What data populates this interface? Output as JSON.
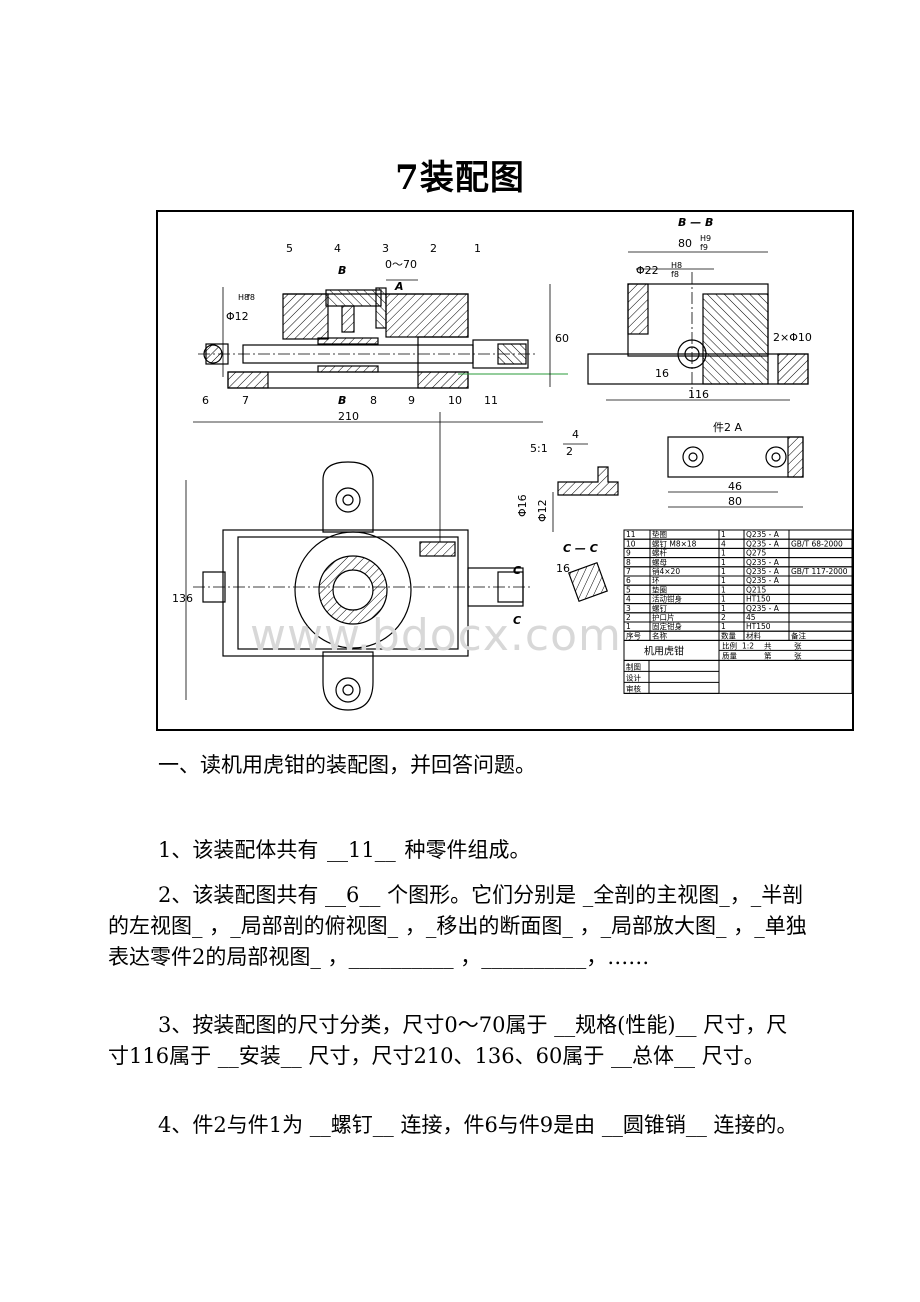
{
  "page_title": "7装配图",
  "drawing": {
    "section_bb": "B — B",
    "dim_80": "80",
    "fit_80_h": "H9",
    "fit_80_f": "f9",
    "dim_phi22": "Φ22",
    "fit_22_h": "H8",
    "fit_22_f": "f8",
    "dim_phi12": "Φ12",
    "fit_12_h": "H8",
    "fit_12_f": "f8",
    "dim_0_70": "0～70",
    "dim_60": "60",
    "dim_16": "16",
    "dim_116": "116",
    "dim_2phi10": "2×Φ10",
    "dim_210": "210",
    "dim_136": "136",
    "label_a": "A",
    "label_b1": "B",
    "label_b2": "B",
    "label_c1": "C",
    "label_c2": "C",
    "part2_view": "件2  A",
    "dim_46": "46",
    "dim_80b": "80",
    "scale_51": "5:1",
    "dim_4": "4",
    "dim_2": "2",
    "dim_phi16": "Φ16",
    "dim_phi12b": "Φ12",
    "section_cc": "C — C",
    "dim_16b": "16",
    "balloons": [
      "1",
      "2",
      "3",
      "4",
      "5",
      "6",
      "7",
      "8",
      "9",
      "10",
      "11"
    ],
    "bom_rows": [
      [
        "11",
        "垫圈",
        "1",
        "Q235 - A",
        ""
      ],
      [
        "10",
        "螺钉 M8×18",
        "4",
        "Q235 - A",
        "GB/T 68-2000"
      ],
      [
        "9",
        "螺杆",
        "1",
        "Q275",
        ""
      ],
      [
        "8",
        "螺母",
        "1",
        "Q235 - A",
        ""
      ],
      [
        "7",
        "销4×20",
        "1",
        "Q235 - A",
        "GB/T 117-2000"
      ],
      [
        "6",
        "环",
        "1",
        "Q235 - A",
        ""
      ],
      [
        "5",
        "垫圈",
        "1",
        "Q215",
        ""
      ],
      [
        "4",
        "活动钳身",
        "1",
        "HT150",
        ""
      ],
      [
        "3",
        "螺钉",
        "1",
        "Q235 - A",
        ""
      ],
      [
        "2",
        "护口片",
        "2",
        "45",
        ""
      ],
      [
        "1",
        "固定钳身",
        "1",
        "HT150",
        ""
      ]
    ],
    "bom_header": [
      "序号",
      "名称",
      "数量",
      "材料",
      "备注"
    ],
    "title_block": {
      "name": "机用虎钳",
      "scale_label": "比例",
      "scale_value": "1:2",
      "total_label": "共",
      "sheet_unit": "张",
      "mass_label": "质量",
      "sheet_label": "第",
      "sheet_unit2": "张",
      "drawn": "制图",
      "designed": "设计",
      "checked": "审核"
    }
  },
  "watermark": "www.bdocx.com",
  "intro": "一、读机用虎钳的装配图，并回答问题。",
  "q1": {
    "pre": "1、该装配体共有 ",
    "a1": "__11__",
    "post": " 种零件组成。"
  },
  "q2": {
    "pre": "2、该装配图共有 ",
    "a1": "__6__",
    "mid": " 个图形。它们分别是 ",
    "a2": "_全剖的主视图_",
    "s1": "，",
    "a3": "_半剖的左视图_",
    "s2": " ，",
    "a4": "_局部剖的俯视图_",
    "s3": " ，",
    "a5": "_移出的断面图_",
    "s4": " ，",
    "a6": "_局部放大图_",
    "s5": " ，",
    "a7": "_单独表达零件2的局部视图_",
    "s6": " ，",
    "a8": "__________",
    "s7": " ，",
    "a9": "__________",
    "s8": "，",
    "end": "……"
  },
  "q3": {
    "pre": "3、按装配图的尺寸分类，尺寸0～70属于 ",
    "a1": "__规格(性能)__",
    "mid1": " 尺寸，尺寸116属于 ",
    "a2": "__安装__",
    "mid2": " 尺寸，尺寸210、136、60属于 ",
    "a3": "__总体__",
    "post": " 尺寸。"
  },
  "q4": {
    "pre": "4、件2与件1为 ",
    "a1": "__螺钉__",
    "mid": " 连接，件6与件9是由 ",
    "a2": "__圆锥销__",
    "post": " 连接的。"
  }
}
